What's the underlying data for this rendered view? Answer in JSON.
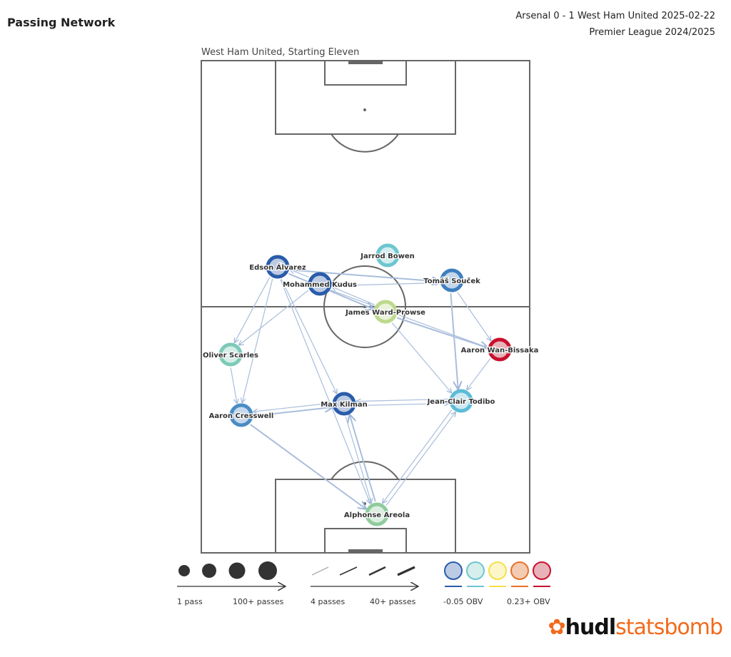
{
  "header": {
    "title": "Passing Network",
    "match": "Arsenal 0 - 1 West Ham United 2025-02-22",
    "competition": "Premier League 2024/2025"
  },
  "chart_data": {
    "type": "network",
    "subtitle": "West Ham United, Starting Eleven",
    "players": [
      {
        "name": "Edson Álvarez",
        "color": "#2a5caa",
        "fill": "#bccbe3"
      },
      {
        "name": "Mohammed Kudus",
        "color": "#2a5caa",
        "fill": "#bccbe3"
      },
      {
        "name": "Jarrod Bowen",
        "color": "#6cc6cf",
        "fill": "#d4eef0"
      },
      {
        "name": "Tomáš Souček",
        "color": "#3d7fbf",
        "fill": "#c3d6ea"
      },
      {
        "name": "James Ward-Prowse",
        "color": "#bcd98c",
        "fill": "#e9f2db"
      },
      {
        "name": "Aaron Wan-Bissaka",
        "color": "#c8102e",
        "fill": "#e8b3b8"
      },
      {
        "name": "Oliver Scarles",
        "color": "#7ccab7",
        "fill": "#d6eee8"
      },
      {
        "name": "Max Kilman",
        "color": "#2a5caa",
        "fill": "#bccbe3"
      },
      {
        "name": "Jean-Clair Todibo",
        "color": "#5bbcd6",
        "fill": "#cfe9f1"
      },
      {
        "name": "Aaron Cresswell",
        "color": "#4a8cc4",
        "fill": "#c6d9ec"
      },
      {
        "name": "Alphonse Areola",
        "color": "#8fcc9c",
        "fill": "#dcefe0"
      }
    ],
    "legend": {
      "size_min": "1 pass",
      "size_max": "100+ passes",
      "line_min": "4 passes",
      "line_max": "40+ passes",
      "obv_min": "-0.05 OBV",
      "obv_max": "0.23+ OBV",
      "obv_colors": [
        "#2a5caa",
        "#6cc6cf",
        "#f5e04a",
        "#e8702a",
        "#c8102e"
      ],
      "obv_fills": [
        "#bccbe3",
        "#d6eeec",
        "#fdf6c9",
        "#f3cbb3",
        "#e8b3b8"
      ]
    }
  },
  "logo": {
    "part1": "hudl",
    "part2": "statsbomb"
  }
}
